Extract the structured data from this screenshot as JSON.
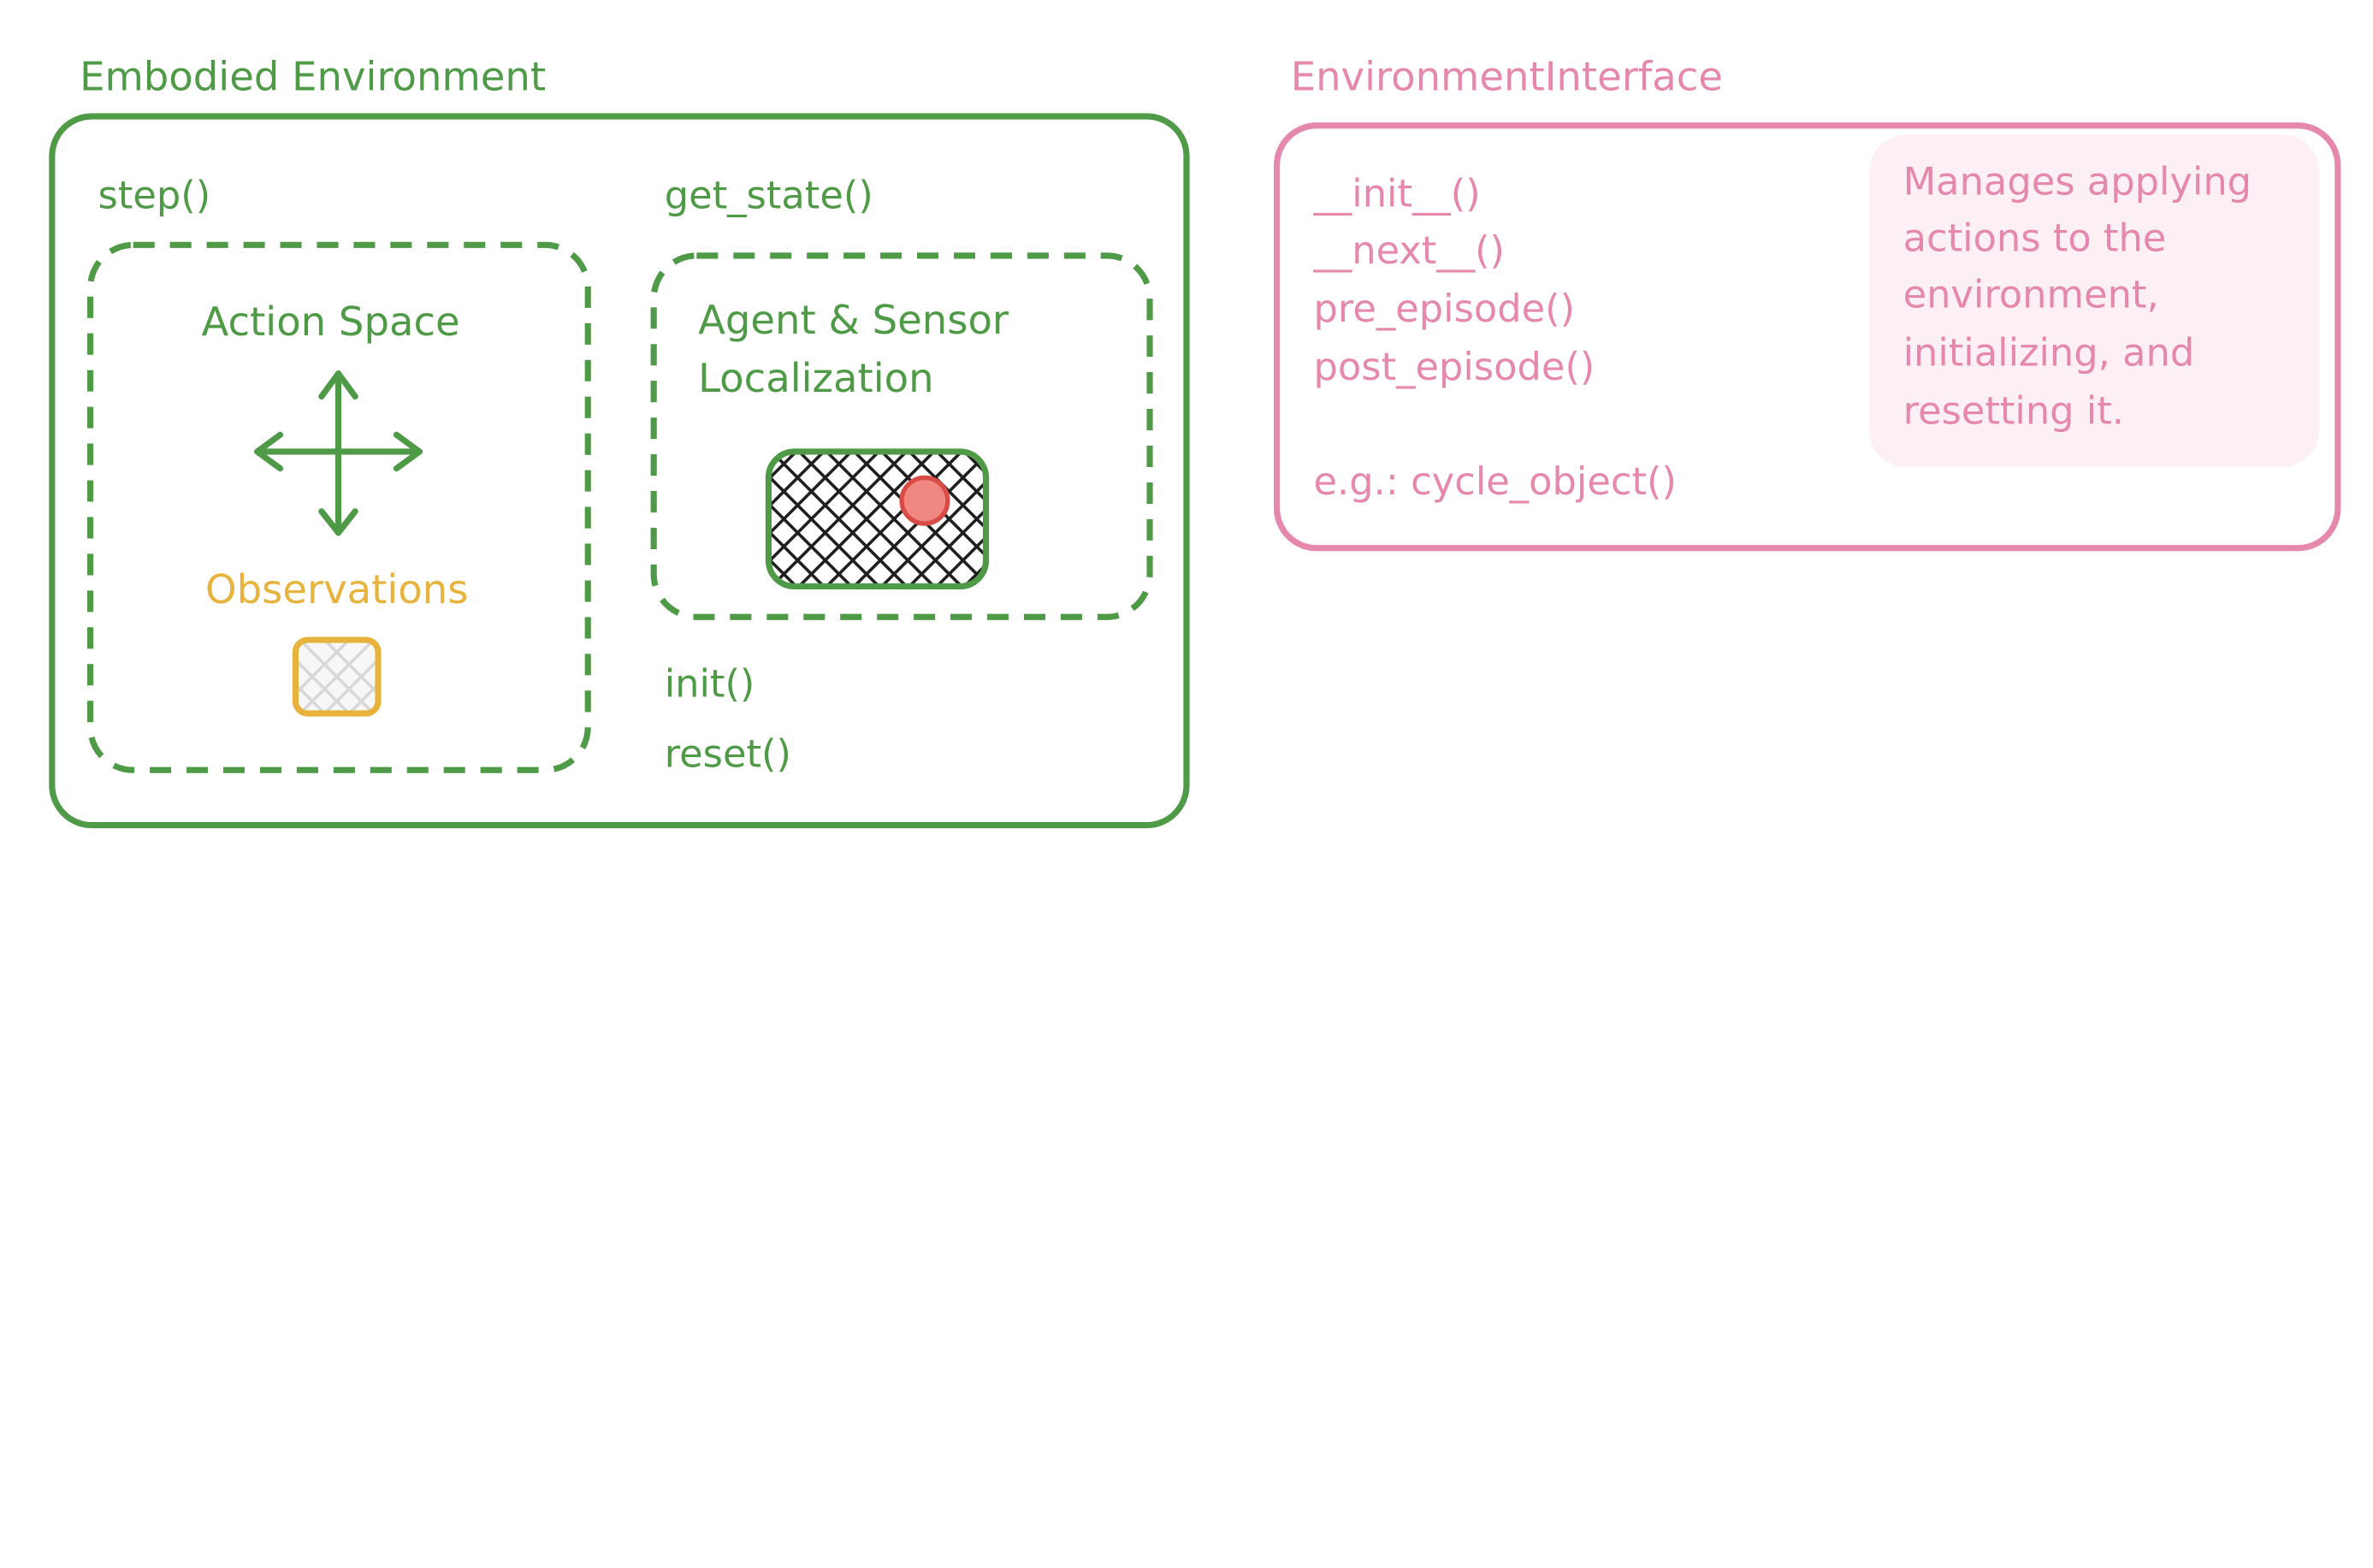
{
  "colors": {
    "green": "#4f9a46",
    "pink": "#e687ac",
    "pink_fill": "#fdf0f4",
    "yellow": "#e8b33c",
    "red": "#ef8880",
    "red_stroke": "#d94b45",
    "dark": "#1f1f1f"
  },
  "embodied_environment": {
    "title": "Embodied Environment",
    "step_label": "step()",
    "get_state_label": "get_state()",
    "action_space_label": "Action Space",
    "observations_label": "Observations",
    "agent_localization_line1": "Agent & Sensor",
    "agent_localization_line2": "Localization",
    "init_label": "init()",
    "reset_label": "reset()",
    "icons": {
      "action": "four-way-arrow-icon",
      "observation": "grid-square-icon",
      "localization": "crosshatch-map-with-red-dot-icon"
    }
  },
  "environment_interface": {
    "title": "EnvironmentInterface",
    "methods": [
      "__init__()",
      "__next__()",
      "pre_episode()",
      "post_episode()"
    ],
    "example": "e.g.: cycle_object()",
    "note_lines": [
      "Manages applying",
      "actions to the",
      "environment,",
      "initializing, and",
      "resetting it."
    ]
  }
}
